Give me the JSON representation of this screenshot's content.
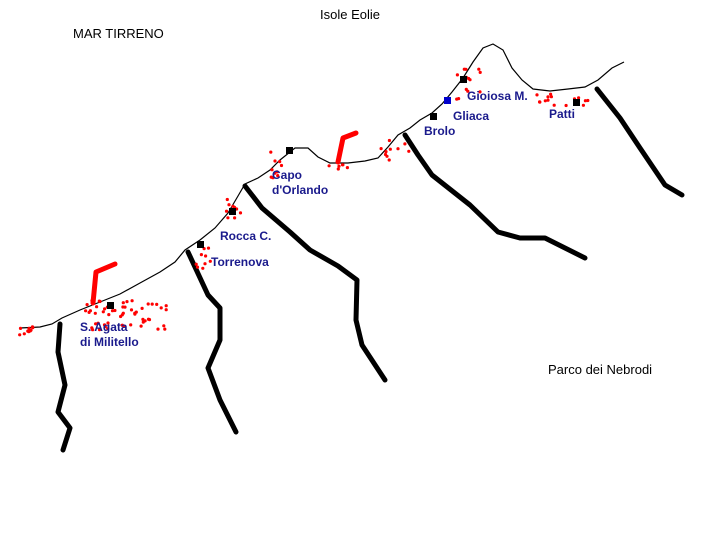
{
  "colors": {
    "coast": "#000000",
    "river": "#000000",
    "town_marker": "#000000",
    "highlight_marker": "#0000cc",
    "dots": "#ff0000",
    "barrier": "#ff0000",
    "town_label": "#1a1a8c"
  },
  "labels": {
    "sea": "MAR TIRRENO",
    "islands": "Isole Eolie",
    "park": "Parco dei Nebrodi"
  },
  "towns": [
    {
      "id": "santagata",
      "lines": [
        "S. Agata",
        "di Militello"
      ]
    },
    {
      "id": "torrenova",
      "lines": [
        "Torrenova"
      ]
    },
    {
      "id": "rocca",
      "lines": [
        "Rocca C."
      ]
    },
    {
      "id": "capo",
      "lines": [
        "Capo",
        "d'Orlando"
      ]
    },
    {
      "id": "brolo",
      "lines": [
        "Brolo"
      ]
    },
    {
      "id": "gliaca",
      "lines": [
        "Gliaca"
      ]
    },
    {
      "id": "gioiosa",
      "lines": [
        "Gioiosa M."
      ]
    },
    {
      "id": "patti",
      "lines": [
        "Patti"
      ]
    }
  ]
}
